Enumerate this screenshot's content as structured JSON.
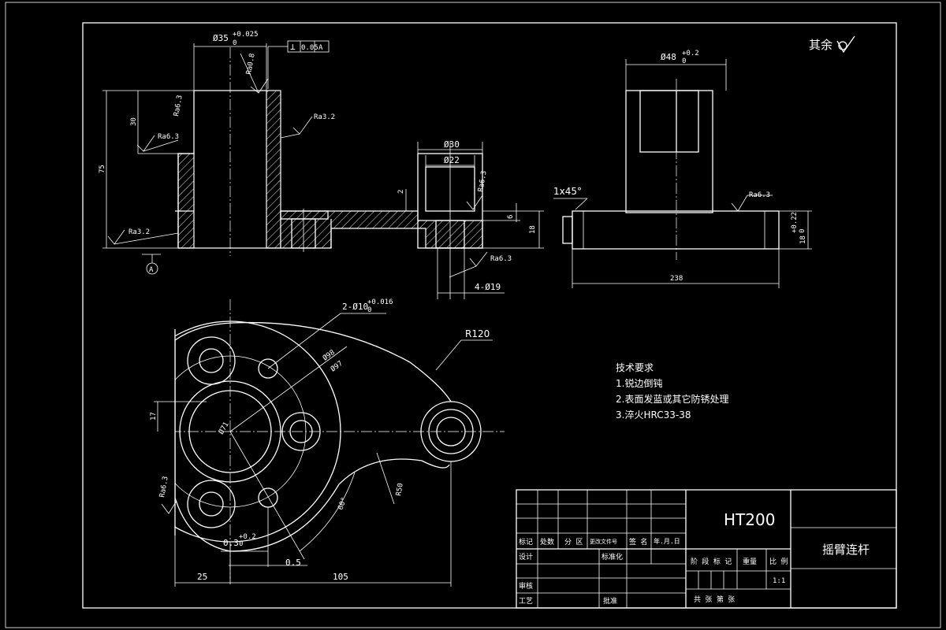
{
  "finish_note": {
    "label": "其余",
    "icon": "roughness-symbol-icon"
  },
  "front_view": {
    "dim_dia35": "Ø35",
    "dim_dia35_tol": "+0.025",
    "dim_dia35_tol_low": "0",
    "ra08": "Ra0.8",
    "perp_symbol": "⊥",
    "perp_tol": "0.05",
    "perp_datum": "A",
    "ra32_top": "Ra3.2",
    "ra63_left": "Ra6.3",
    "ra63_side": "Ra6.3",
    "dim_30": "30",
    "dim_75": "75",
    "ra32_bottom": "Ra3.2",
    "datum_a": "A",
    "dim_dia30": "Ø30",
    "dim_dia22": "Ø22",
    "ra63_boss": "Ra6.3",
    "dim_2": "2",
    "dim_6": "6",
    "dim_18": "18",
    "ra63_hole": "Ra6.3",
    "holes_4": "4-Ø19"
  },
  "side_view": {
    "dim_dia48": "Ø48",
    "dim_dia48_tol": "+0.2",
    "dim_dia48_tol_low": "0",
    "chamfer": "1x45°",
    "ra63": "Ra6.3",
    "dim_height": "18",
    "dim_height_tol": "+0.22",
    "dim_height_tol_low": "0",
    "dim_width": "238"
  },
  "top_view": {
    "holes_2": "2-Ø10",
    "holes_2_tol": "+0.016",
    "holes_2_tol_low": "0",
    "r120": "R120",
    "dia98": "Ø98",
    "dia97": "Ø97",
    "dia71": "Ø71",
    "dim_17": "17",
    "ra63": "Ra6.3",
    "r50": "R50",
    "angle_60": "60°",
    "dim_03": "0.3",
    "dim_03_tol": "+0.2",
    "dim_03_tol_low": "0",
    "dim_05": "0.5",
    "dim_25": "25",
    "dim_105": "105"
  },
  "tech_requirements": {
    "title": "技术要求",
    "items": [
      "1.锐边倒钝",
      "2.表面发蓝或其它防锈处理",
      "3.淬火HRC33-38"
    ]
  },
  "title_block": {
    "material": "HT200",
    "part_name": "摇臂连杆",
    "headers": [
      "标记",
      "处数",
      "分 区",
      "更改文件号",
      "签 名",
      "年.月.日"
    ],
    "design": "设计",
    "standard": "标准化",
    "review": "审核",
    "process": "工艺",
    "approve": "批准",
    "stage_mark": "阶 段 标 记",
    "weight": "重量",
    "scale_label": "比 例",
    "scale_value": "1:1",
    "sheet_info": "共   张   第   张"
  }
}
